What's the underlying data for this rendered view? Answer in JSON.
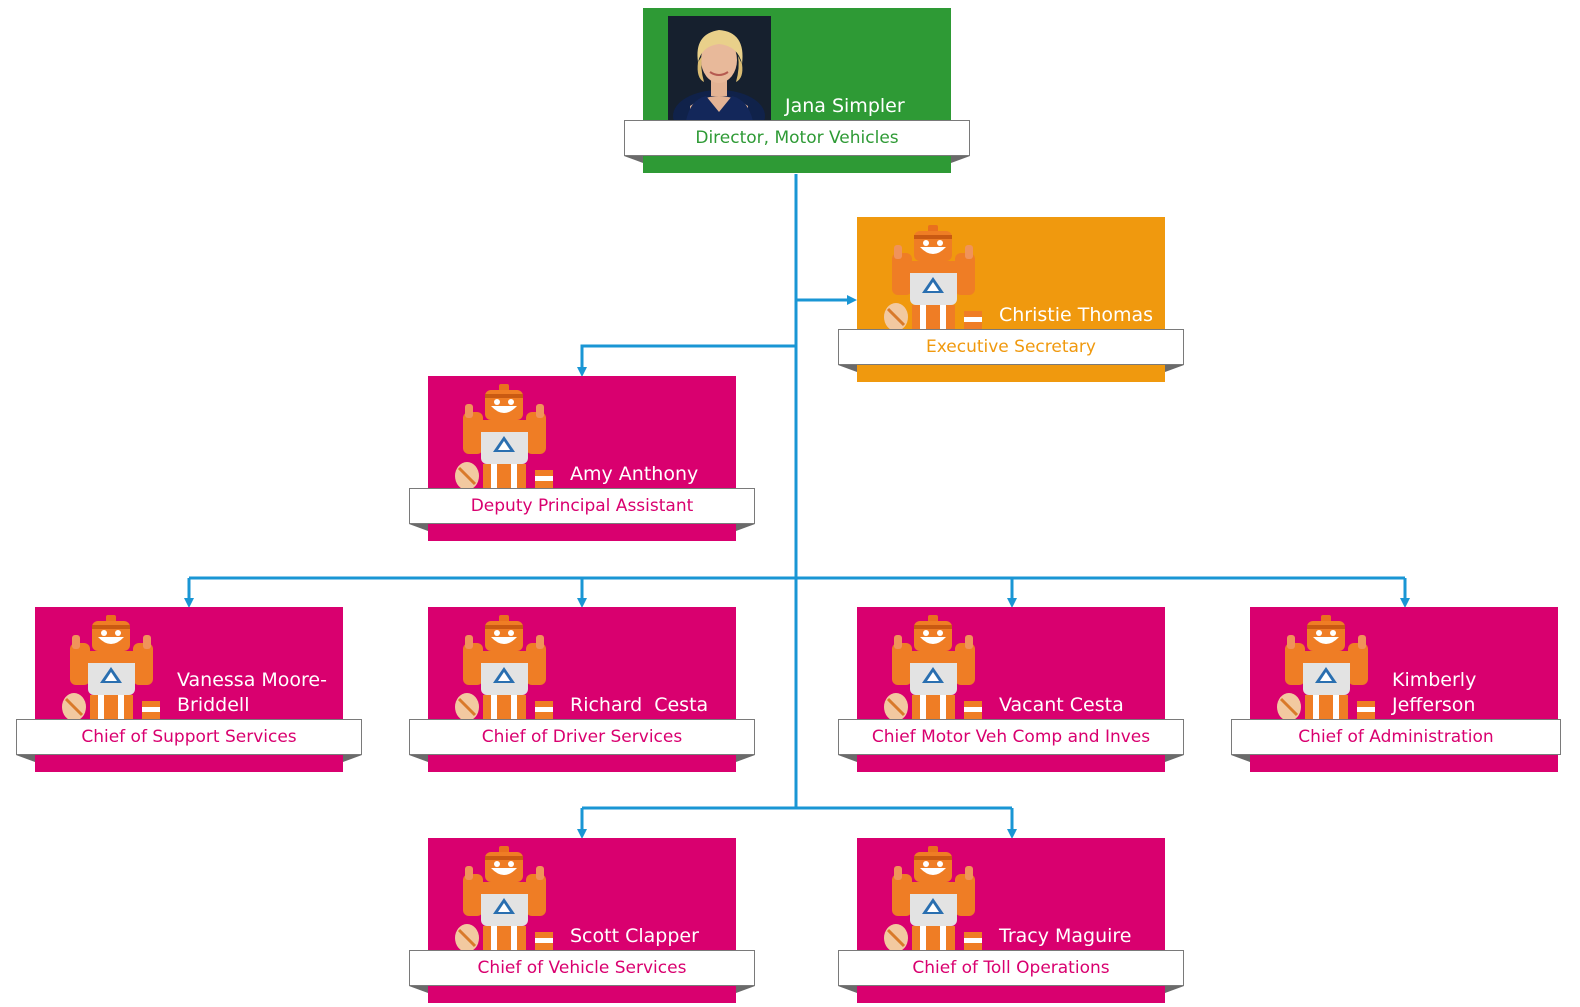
{
  "colors": {
    "director": "#2e9a35",
    "executive": "#f0990e",
    "staff": "#d9006f",
    "connector": "#1a96d4"
  },
  "nodes": {
    "director": {
      "name": "Jana Simpler",
      "title": "Director, Motor Vehicles"
    },
    "executive": {
      "name": "Christie Thomas",
      "title": "Executive Secretary"
    },
    "deputy": {
      "name": "Amy Anthony",
      "title": "Deputy Principal Assistant"
    },
    "support": {
      "name": "Vanessa Moore-Briddell",
      "title": "Chief of Support Services"
    },
    "driver": {
      "name": "Richard  Cesta",
      "title": "Chief of Driver Services"
    },
    "compliance": {
      "name": "Vacant Cesta",
      "title": "Chief Motor Veh Comp and Inves"
    },
    "administration": {
      "name": "Kimberly Jefferson",
      "title": "Chief of Administration"
    },
    "vehicle": {
      "name": "Scott Clapper",
      "title": "Chief of Vehicle Services"
    },
    "toll": {
      "name": "Tracy Maguire",
      "title": "Chief of Toll Operations"
    }
  },
  "icons": {
    "director_photo": "person-photo",
    "placeholder": "robot-mascot-icon"
  }
}
